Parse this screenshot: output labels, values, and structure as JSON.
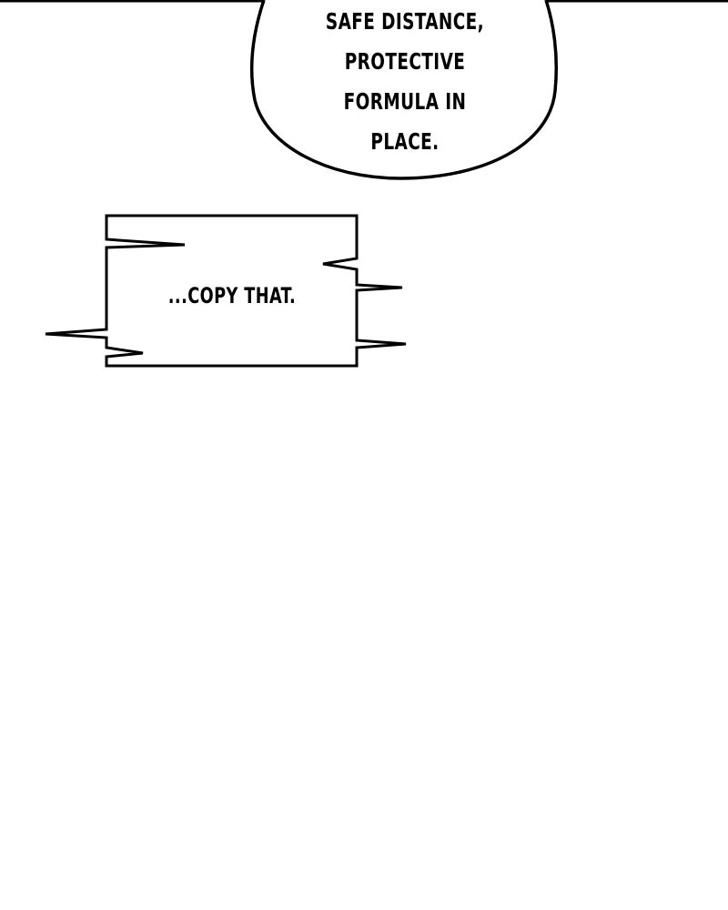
{
  "speech_bubble": {
    "lines": [
      "SAFE DISTANCE,",
      "PROTECTIVE",
      "FORMULA IN",
      "PLACE."
    ]
  },
  "caption_box": {
    "text": "...COPY THAT."
  },
  "colors": {
    "ink": "#000000",
    "paper": "#ffffff"
  }
}
